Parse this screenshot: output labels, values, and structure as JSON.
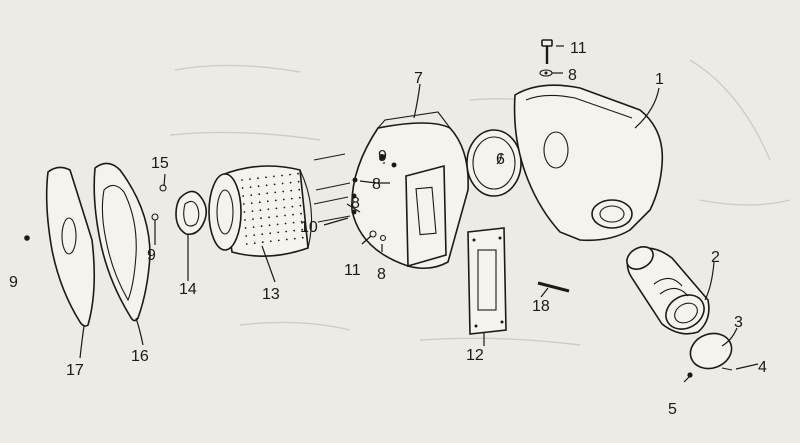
{
  "callouts": [
    {
      "id": "c1",
      "label": "1"
    },
    {
      "id": "c2",
      "label": "2"
    },
    {
      "id": "c3",
      "label": "3"
    },
    {
      "id": "c4",
      "label": "4"
    },
    {
      "id": "c5",
      "label": "5"
    },
    {
      "id": "c6",
      "label": "6"
    },
    {
      "id": "c7",
      "label": "7"
    },
    {
      "id": "c8a",
      "label": "8"
    },
    {
      "id": "c8b",
      "label": "8"
    },
    {
      "id": "c8c",
      "label": "8"
    },
    {
      "id": "c8d",
      "label": "8"
    },
    {
      "id": "c9a",
      "label": "9"
    },
    {
      "id": "c9b",
      "label": "9"
    },
    {
      "id": "c9c",
      "label": "9"
    },
    {
      "id": "c10",
      "label": "10"
    },
    {
      "id": "c11a",
      "label": "11"
    },
    {
      "id": "c11b",
      "label": "11"
    },
    {
      "id": "c12",
      "label": "12"
    },
    {
      "id": "c13",
      "label": "13"
    },
    {
      "id": "c14",
      "label": "14"
    },
    {
      "id": "c15",
      "label": "15"
    },
    {
      "id": "c16",
      "label": "16"
    },
    {
      "id": "c17",
      "label": "17"
    },
    {
      "id": "c18",
      "label": "18"
    }
  ]
}
